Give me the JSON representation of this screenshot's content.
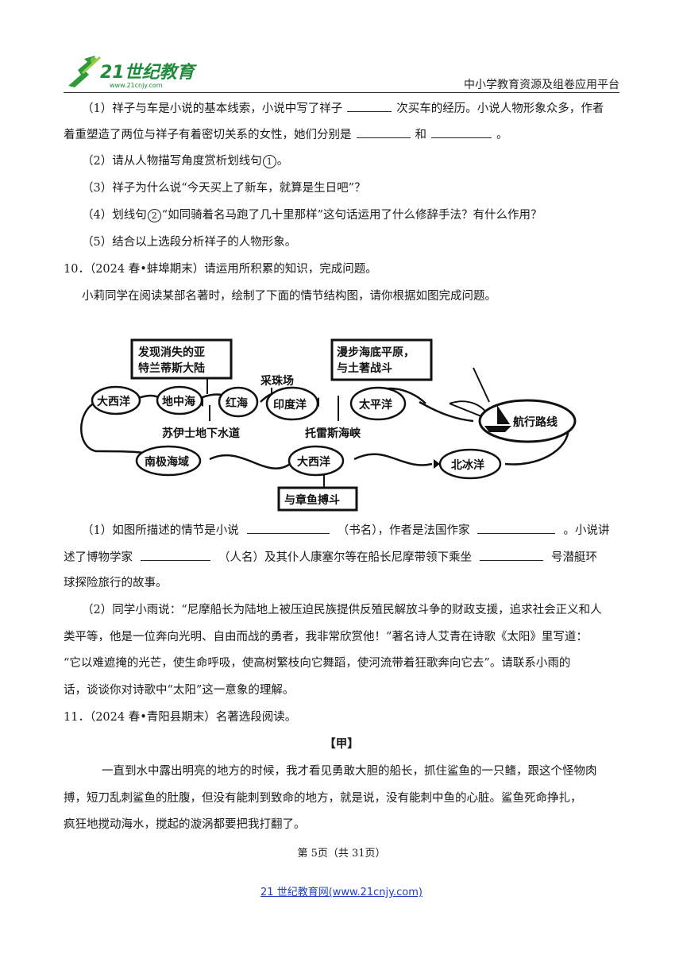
{
  "header": {
    "logo_text": "21世纪教育",
    "logo_url": "www.21cnjy.com",
    "platform": "中小学教育资源及组卷应用平台"
  },
  "q9": {
    "s1a": "（1）祥子与车是小说的基本线索，小说中写了祥子",
    "s1b": "次买车的经历。小说人物形象众多，作者",
    "s1c": "着重塑造了两位与祥子有着密切关系的女性，她们分别是",
    "s1d": "和",
    "s1e": "。",
    "s2a": "（2）请从人物描写角度赏析划线句",
    "s2num": "1",
    "s2b": "。",
    "s3": "（3）祥子为什么说“今天买上了新车，就算是生日吧”？",
    "s4a": "（4）划线句",
    "s4num": "2",
    "s4b": "“如同骑着名马跑了几十里那样”这句话运用了什么修辞手法？有什么作用？",
    "s5": "（5）结合以上选段分析祥子的人物形象。"
  },
  "q10": {
    "head": "10．（2024 春•蚌埠期末）请运用所积累的知识，完成问题。",
    "intro": "小莉同学在阅读某部名著时，绘制了下面的情节结构图，请你根据如图完成问题。",
    "diagram": {
      "box1_l1": "发现消失的亚",
      "box1_l2": "特兰蒂斯大陆",
      "box2_l1": "漫步海底平原，",
      "box2_l2": "与土著战斗",
      "box3": "与章鱼搏斗",
      "n_atlantic1": "大西洋",
      "n_med": "地中海",
      "n_red": "红海",
      "n_indian": "印度洋",
      "n_pacific": "太平洋",
      "n_route": "航行路线",
      "n_south": "南极海域",
      "n_atlantic2": "大西洋",
      "n_arctic": "北冰洋",
      "lbl_pearl": "采珠场",
      "lbl_suez": "苏伊士地下水道",
      "lbl_torres": "托雷斯海峡"
    },
    "p1a": "（1）如图所描述的情节是小说",
    "p1b": "（书名），作者是法国作家",
    "p1c": "。小说讲",
    "p1d": "述了博物学家",
    "p1e": "（人名）及其仆人康塞尔等在船长尼摩带领下乘坐",
    "p1f": "号潜艇环",
    "p1g": "球探险旅行的故事。",
    "p2a": "（2）同学小雨说：“尼摩船长为陆地上被压迫民族提供反殖民解放斗争的财政支援，追求社会正义和人",
    "p2b": "类平等，他是一位奔向光明、自由而战的勇者，我非常欣赏他！”著名诗人艾青在诗歌《太阳》里写道：",
    "p2c": "“它以难遮掩的光芒，使生命呼吸，使高树繁枝向它舞蹈，使河流带着狂歌奔向它去”。请联系小雨的",
    "p2d": "话，谈谈你对诗歌中“太阳”这一意象的理解。"
  },
  "q11": {
    "head": "11．（2024 春•青阳县期末）名著选段阅读。",
    "sub": "【甲】",
    "l1": "一直到水中露出明亮的地方的时候，我才看见勇敢大胆的船长，抓住鲨鱼的一只鳍，跟这个怪物肉",
    "l2": "搏，短刀乱刺鲨鱼的肚腹，但没有能刺到致命的地方，就是说，没有能刺中鱼的心脏。鲨鱼死命挣扎，",
    "l3": "疯狂地搅动海水，搅起的漩涡都要把我打翻了。"
  },
  "footer": {
    "page": "第 5页（共 31页）",
    "link": "21 世纪教育网(www.21cnjy.com)"
  }
}
